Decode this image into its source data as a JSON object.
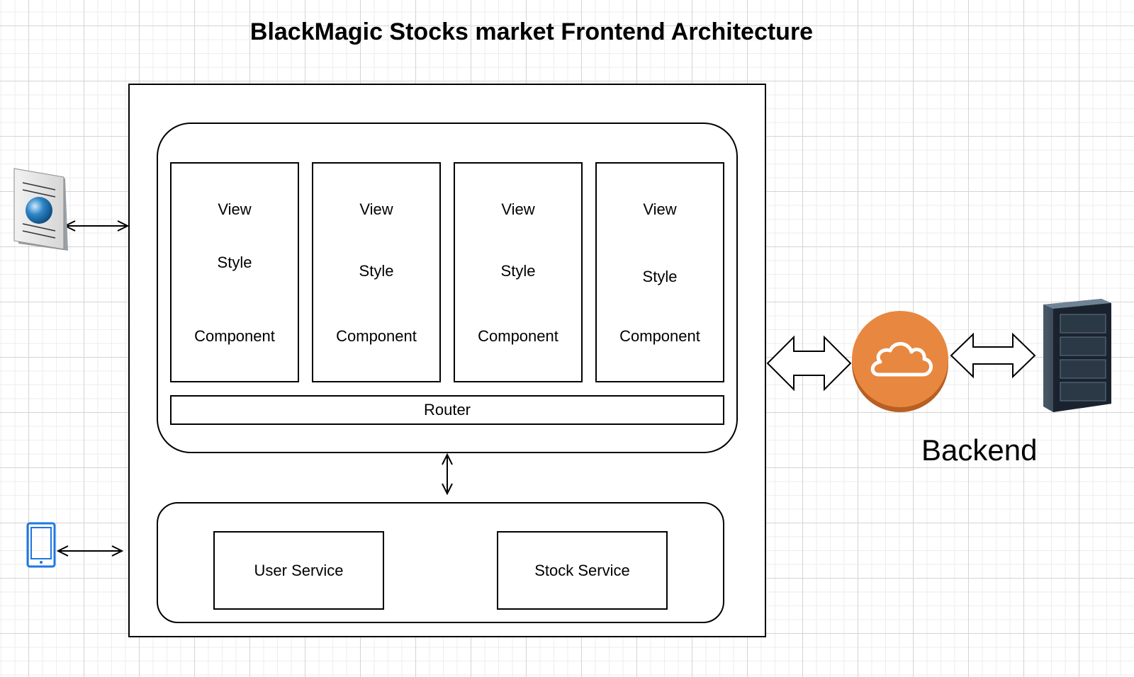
{
  "title": "BlackMagic Stocks market Frontend Architecture",
  "columns": [
    {
      "view": "View",
      "style": "Style",
      "component": "Component"
    },
    {
      "view": "View",
      "style": "Style",
      "component": "Component"
    },
    {
      "view": "View",
      "style": "Style",
      "component": "Component"
    },
    {
      "view": "View",
      "style": "Style",
      "component": "Component"
    }
  ],
  "router": "Router",
  "services": [
    "User Service",
    "Stock Service"
  ],
  "backend_label": "Backend",
  "icons": {
    "browser": "web-page-globe-icon",
    "mobile": "mobile-phone-icon",
    "cloud": "cloud-icon",
    "server": "server-rack-icon"
  },
  "colors": {
    "cloud": "#E8873F",
    "mobile": "#1E77E0",
    "globe": "#2E86C8"
  }
}
